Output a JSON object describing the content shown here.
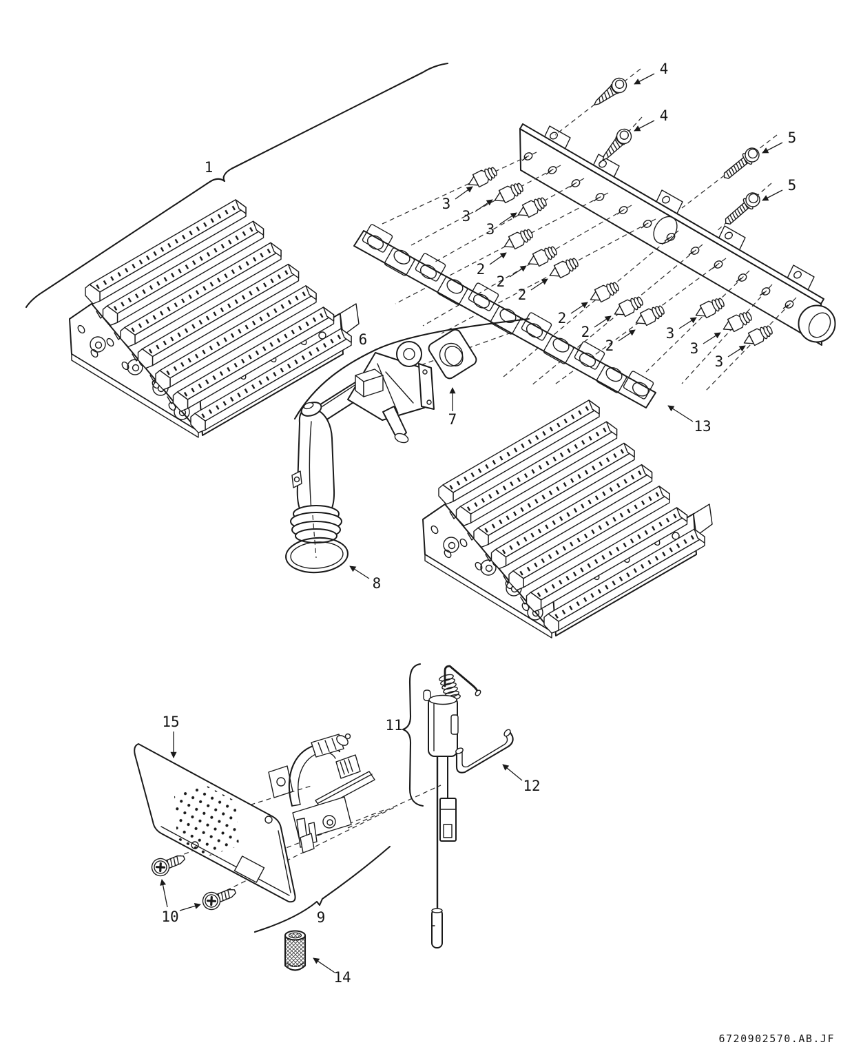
{
  "diagram": {
    "type": "exploded-parts-diagram",
    "subject": "gas burner assembly exploded view line drawing",
    "doc_ref": "6720902570.AB.JF",
    "colors": {
      "line": "#1a1a1a",
      "background": "#ffffff"
    }
  },
  "callouts": {
    "1": {
      "label": "1",
      "instances": 1
    },
    "2": {
      "label": "2",
      "instances": 6
    },
    "3": {
      "label": "3",
      "instances": 6
    },
    "4": {
      "label": "4",
      "instances": 2
    },
    "5": {
      "label": "5",
      "instances": 2
    },
    "6": {
      "label": "6",
      "instances": 1
    },
    "7": {
      "label": "7",
      "instances": 1
    },
    "8": {
      "label": "8",
      "instances": 1
    },
    "9": {
      "label": "9",
      "instances": 1
    },
    "10": {
      "label": "10",
      "instances": 1
    },
    "11": {
      "label": "11",
      "instances": 1
    },
    "12": {
      "label": "12",
      "instances": 1
    },
    "13": {
      "label": "13",
      "instances": 1
    },
    "14": {
      "label": "14",
      "instances": 1
    },
    "15": {
      "label": "15",
      "instances": 1
    }
  }
}
